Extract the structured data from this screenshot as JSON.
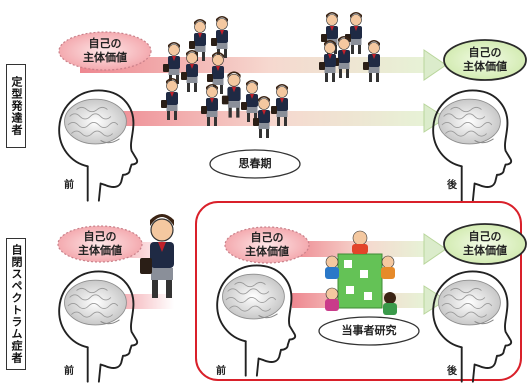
{
  "top": {
    "group_label": "定型発達者",
    "start_bubble": [
      "自己の",
      "主体価値"
    ],
    "end_bubble": [
      "自己の",
      "主体価値"
    ],
    "stage_label": "思春期",
    "before_label": "前",
    "after_label": "後"
  },
  "bottom": {
    "group_label": "自閉スペクトラム症者",
    "start_bubble": [
      "自己の",
      "主体価値"
    ],
    "mid_bubble": [
      "自己の",
      "主体価値"
    ],
    "end_bubble": [
      "自己の",
      "主体価値"
    ],
    "stage_label": "当事者研究",
    "before_label": "前",
    "mid_label": "前",
    "after_label": "後"
  },
  "colors": {
    "pink_bubble": "#f7b6ba",
    "green_bubble": "#dff2c0",
    "highlight_frame": "#d9202a",
    "arrow_pink": "#f29aa0",
    "arrow_green": "#c8e3a8"
  }
}
